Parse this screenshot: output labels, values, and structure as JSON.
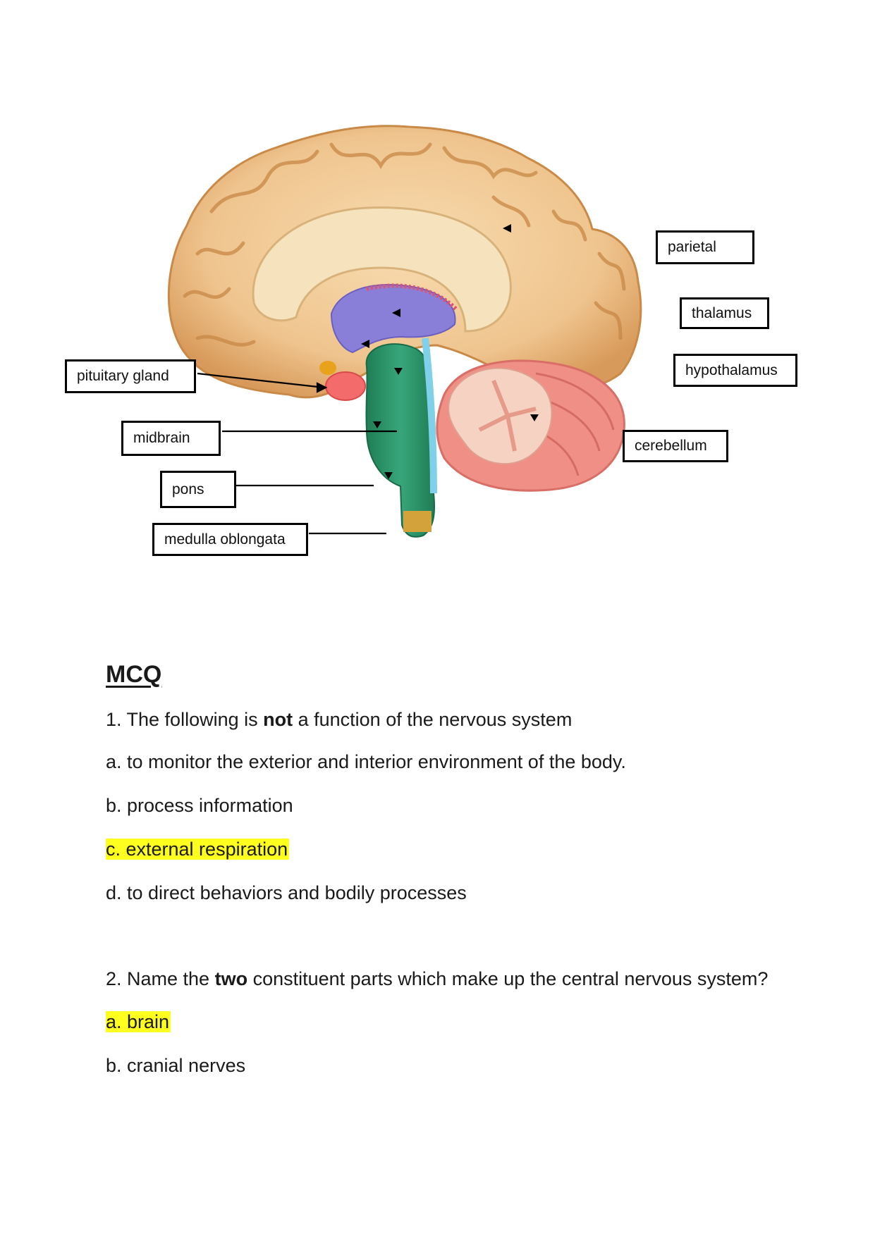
{
  "diagram": {
    "labels": {
      "parietal": "parietal",
      "thalamus": "thalamus",
      "hypothalamus": "hypothalamus",
      "cerebellum": "cerebellum",
      "pituitary": "pituitary gland",
      "midbrain": "midbrain",
      "pons": "pons",
      "medulla": "medulla oblongata"
    }
  },
  "mcq": {
    "heading": "MCQ",
    "q1": {
      "pre": "1. The following is ",
      "bold": "not",
      "post": " a function of the nervous system",
      "options": [
        "a. to monitor the exterior and interior environment of the body.",
        "b. process information",
        "c. external respiration",
        "d. to direct behaviors and bodily processes"
      ],
      "highlighted_option": "c"
    },
    "q2": {
      "pre": "2. Name the ",
      "bold": "two",
      "post": " constituent parts which make up the central nervous system?",
      "options": [
        "a. brain",
        "b. cranial nerves"
      ],
      "highlighted_option": "a"
    }
  },
  "colors": {
    "highlight": "#ffff1f",
    "cortex": "#efc48e",
    "brainstem": "#2f9a6f",
    "cerebellum": "#ef8f86",
    "thalamus": "#8a7fd8"
  }
}
